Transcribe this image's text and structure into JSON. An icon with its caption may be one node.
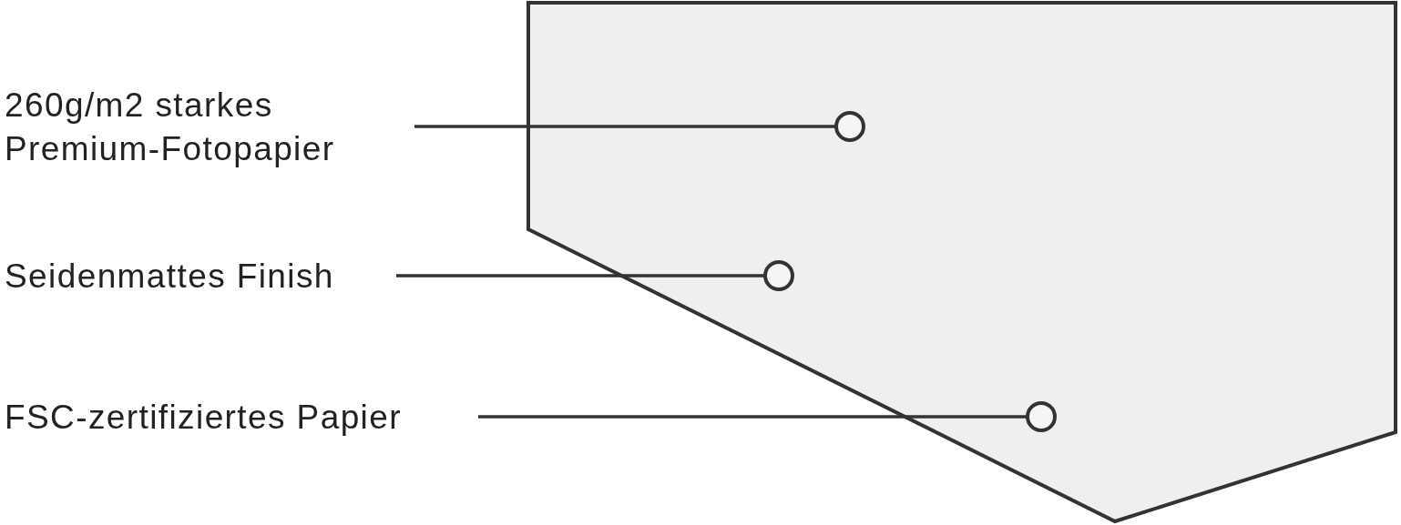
{
  "diagram": {
    "nodes": [
      {
        "text": [
          "260g/m2 starkes Premium-Fotopapier"
        ]
      },
      {
        "text": [
          "Seidenmattes Finish"
        ]
      },
      {
        "text": [
          "FSC-zertifiziertes Papier"
        ]
      },
      {
        "text": [],
        "shape": "pentagon"
      }
    ],
    "edges": [
      {
        "from": 0,
        "to": 3,
        "arrow": "other"
      },
      {
        "from": 1,
        "to": 3,
        "arrow": "other"
      },
      {
        "from": 2,
        "to": 3,
        "arrow": "other"
      }
    ]
  }
}
